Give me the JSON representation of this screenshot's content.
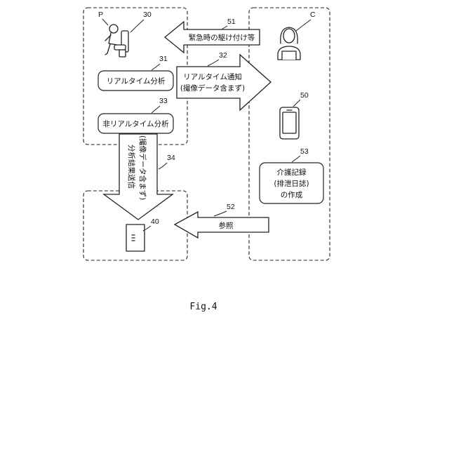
{
  "patient_area": {
    "letter": "P",
    "number": "30"
  },
  "caregiver_area": {
    "letter": "C",
    "number": ""
  },
  "realtime_analysis": {
    "label": "リアルタイム分析",
    "number": "31"
  },
  "non_realtime_analysis": {
    "label": "非リアルタイム分析",
    "number": "33"
  },
  "emergency_arrow": {
    "label": "緊急時の駆け付け等",
    "number": "51"
  },
  "notify_arrow": {
    "line1": "リアルタイム通知",
    "line2": "(撮像データ含まず)",
    "number": "32"
  },
  "result_arrow": {
    "line1": "分析結果送信",
    "line2": "(撮像データ含まず)",
    "number": "34"
  },
  "terminal": {
    "number": "50"
  },
  "care_record": {
    "line1": "介護記録",
    "line2": "(排泄日誌)",
    "line3": "の作成",
    "number": "53"
  },
  "reference_arrow": {
    "label": "参照",
    "number": "52"
  },
  "server": {
    "number": "40"
  },
  "caption": "Fig.4"
}
